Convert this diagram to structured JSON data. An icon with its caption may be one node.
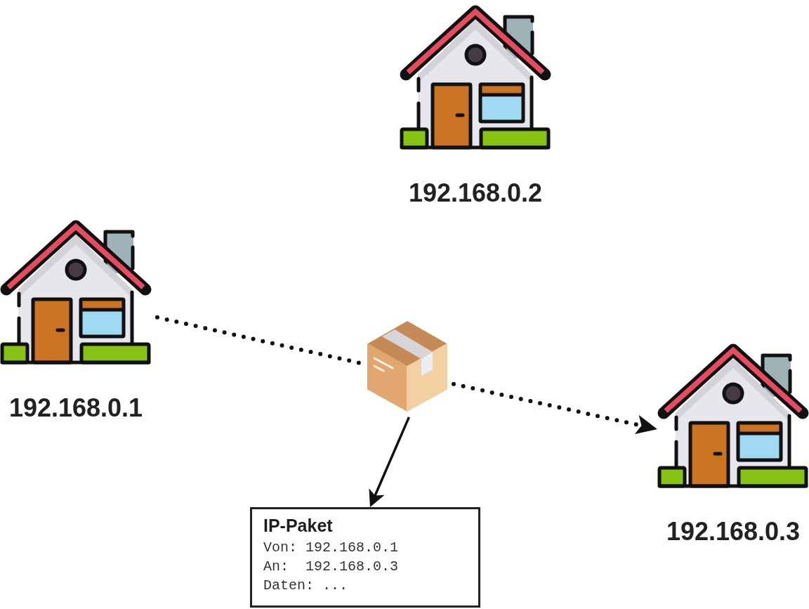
{
  "diagram": {
    "nodes": [
      {
        "text": [
          "192.168.0.2"
        ]
      },
      {
        "text": [
          "192.168.0.1"
        ]
      },
      {
        "text": [],
        "shape": "picture"
      },
      {
        "text": [
          "192.168.0.3"
        ]
      },
      {
        "text": [
          "IP-Paket",
          "Von: 192.168.0.1",
          "An:  192.168.0.3",
          "Daten: ..."
        ]
      }
    ],
    "edges": [
      {
        "from": 1,
        "to": 2,
        "arrow": "none",
        "style": "dashed"
      },
      {
        "from": 2,
        "to": 3,
        "arrow": "to",
        "style": "dashed"
      },
      {
        "from": 2,
        "to": 4,
        "arrow": "to"
      }
    ]
  }
}
